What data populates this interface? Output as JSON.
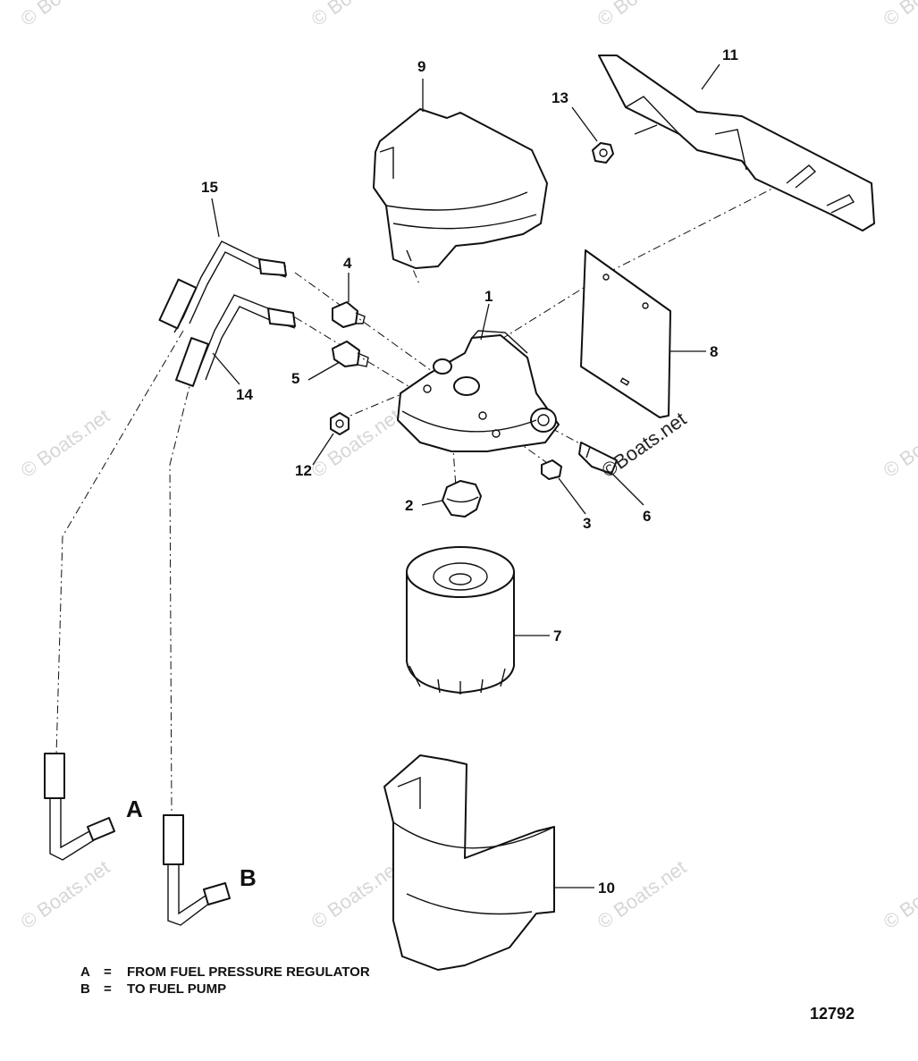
{
  "watermark": {
    "text": "© Boats.net",
    "overlay_text": "©Boats.net"
  },
  "callouts": {
    "c1": "1",
    "c2": "2",
    "c3": "3",
    "c4": "4",
    "c5": "5",
    "c6": "6",
    "c7": "7",
    "c8": "8",
    "c9": "9",
    "c10": "10",
    "c11": "11",
    "c12": "12",
    "c13": "13",
    "c14": "14",
    "c15": "15"
  },
  "connections": {
    "a": "A",
    "b": "B"
  },
  "legend": {
    "a_key": "A",
    "a_eq": "=",
    "a_text": "FROM FUEL PRESSURE REGULATOR",
    "b_key": "B",
    "b_eq": "=",
    "b_text": "TO FUEL PUMP"
  },
  "figure_number": "12792"
}
